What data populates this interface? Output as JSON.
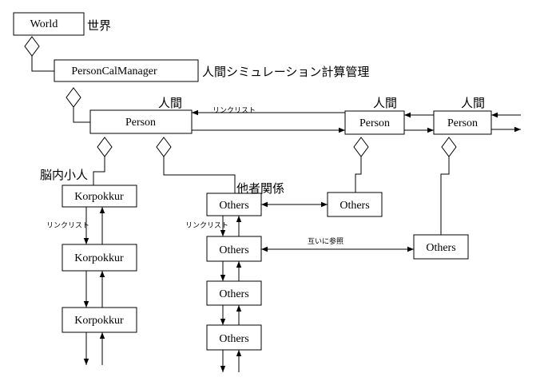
{
  "nodes": {
    "world": "World",
    "manager": "PersonCalManager",
    "person_main": "Person",
    "person_2": "Person",
    "person_3": "Person",
    "korp_1": "Korpokkur",
    "korp_2": "Korpokkur",
    "korp_3": "Korpokkur",
    "others_1": "Others",
    "others_2": "Others",
    "others_3": "Others",
    "others_4": "Others",
    "others_p2": "Others",
    "others_p3": "Others"
  },
  "labels": {
    "world_jp": "世界",
    "manager_jp": "人間シミュレーション計算管理",
    "person_main_jp": "人間",
    "person_2_jp": "人間",
    "person_3_jp": "人間",
    "linked_list_top": "リンクリスト",
    "linked_list_korp": "リンクリスト",
    "linked_list_others": "リンクリスト",
    "brain_dwarf": "脳内小人",
    "others_relation": "他者関係",
    "mutual_ref": "互いに参照"
  }
}
